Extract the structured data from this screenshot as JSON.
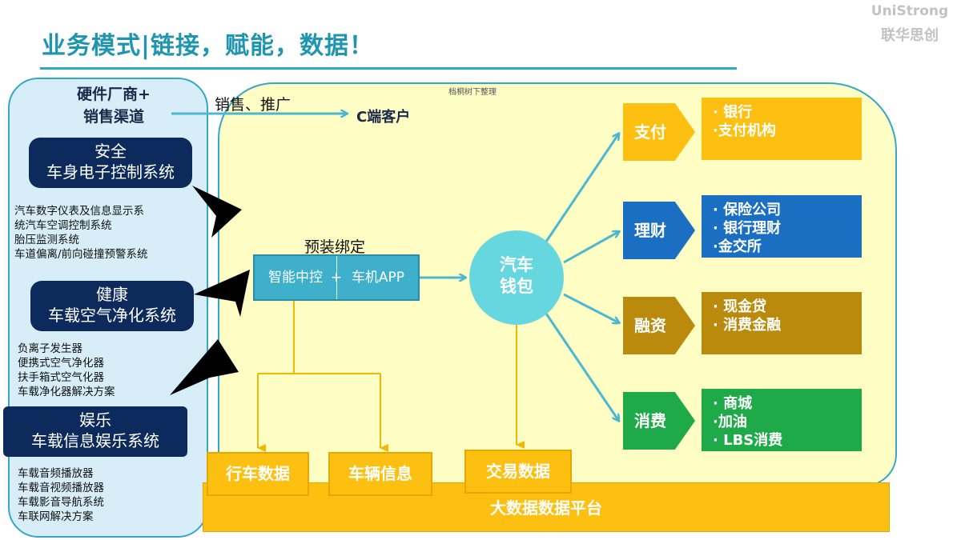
{
  "header": {
    "title": "业务模式|链接，赋能，数据！",
    "brand_en": "UniStrong",
    "brand_cn": "联华思创"
  },
  "note": "档桐树下整理",
  "left_panel": {
    "hardware": [
      "硬件厂商+",
      "销售渠道"
    ],
    "groups": [
      {
        "name": "安全",
        "system": "车身电子控制系统",
        "items": [
          "汽车数字仪表及信息显示系",
          "统汽车空调控制系统",
          "胎压监测系统",
          "车道偏离/前向碰撞预警系统"
        ]
      },
      {
        "name": "健康",
        "system": "车载空气净化系统",
        "items": [
          "负离子发生器",
          "便携式空气净化器",
          "扶手箱式空气化器",
          "车载净化器解决方案"
        ]
      },
      {
        "name": "娱乐",
        "system": "车载信息娱乐系统",
        "items": [
          "车载音频播放器",
          "车载音视频播放器",
          "车载影音导航系统",
          "车联网解决方案"
        ]
      }
    ]
  },
  "sales_label": "销售、推广",
  "c_customer": "C端客户",
  "center": {
    "preinstall": "预装绑定",
    "left": "智能中控",
    "plus": "+",
    "right": "车机APP"
  },
  "wallet": [
    "汽车",
    "钱包"
  ],
  "categories": [
    {
      "name": "支付",
      "color": "#fdc010",
      "items": [
        "· 银行",
        "·支付机构"
      ]
    },
    {
      "name": "理财",
      "color": "#1a6fc2",
      "items": [
        "· 保险公司",
        "· 银行理财",
        "·金交所"
      ]
    },
    {
      "name": "融资",
      "color": "#b98a0b",
      "items": [
        "· 现金贷",
        "· 消费金融"
      ]
    },
    {
      "name": "消费",
      "color": "#1faa4a",
      "items": [
        "· 商城",
        "·加油",
        "· LBS消费"
      ]
    }
  ],
  "data_boxes": [
    "行车数据",
    "车辆信息",
    "交易数据"
  ],
  "platform": "大数据数据平台",
  "colors": {
    "accent": "#1f95b0",
    "navy": "#0d2a5c",
    "cyan": "#3fb0cc",
    "yellow": "#fdc010"
  }
}
